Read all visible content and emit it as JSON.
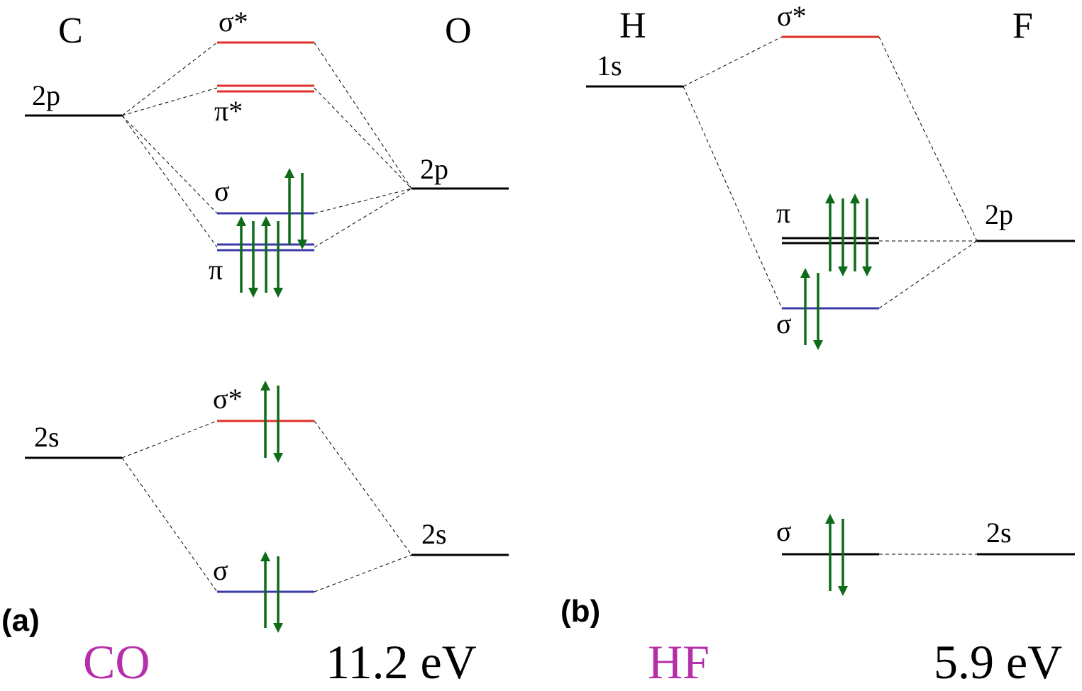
{
  "colors": {
    "antibonding": "#e0302a",
    "bonding": "#3a3aa8",
    "nonbonding": "#000000",
    "electron": "#0e6b1a",
    "molecule_label": "#b530a8"
  },
  "panel_a": {
    "tag": "(a)",
    "molecule": "CO",
    "energy": "11.2 eV",
    "atom_left": "C",
    "atom_right": "O",
    "labels": {
      "c_2p": "2p",
      "c_2s": "2s",
      "o_2p": "2p",
      "o_2s": "2s",
      "sigma_star_top": "σ*",
      "pi_star": "π*",
      "sigma_mid": "σ",
      "pi": "π",
      "sigma_star_2s": "σ*",
      "sigma_2s": "σ"
    }
  },
  "panel_b": {
    "tag": "(b)",
    "molecule": "HF",
    "energy": "5.9 eV",
    "atom_left": "H",
    "atom_right": "F",
    "labels": {
      "h_1s": "1s",
      "f_2p": "2p",
      "f_2s": "2s",
      "sigma_star": "σ*",
      "pi": "π",
      "sigma_mid": "σ",
      "sigma_low": "σ"
    }
  }
}
